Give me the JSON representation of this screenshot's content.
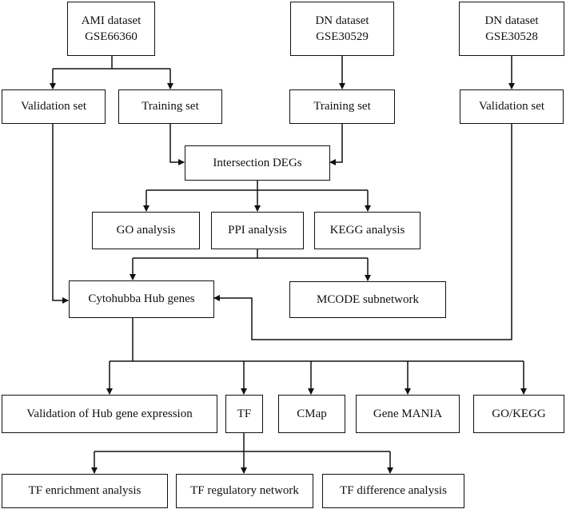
{
  "nodes": {
    "ami": {
      "line1": "AMI dataset",
      "line2": "GSE66360"
    },
    "dn1": {
      "line1": "DN dataset",
      "line2": "GSE30529"
    },
    "dn2": {
      "line1": "DN dataset",
      "line2": "GSE30528"
    },
    "val_ami": {
      "label": "Validation set"
    },
    "train_ami": {
      "label": "Training set"
    },
    "train_dn": {
      "label": "Training set"
    },
    "val_dn": {
      "label": "Validation set"
    },
    "intersect": {
      "label": "Intersection DEGs"
    },
    "go": {
      "label": "GO analysis"
    },
    "ppi": {
      "label": "PPI analysis"
    },
    "kegg": {
      "label": "KEGG analysis"
    },
    "cytohubba": {
      "label": "Cytohubba Hub genes"
    },
    "mcode": {
      "label": "MCODE subnetwork"
    },
    "validation_hub": {
      "label": "Validation of Hub gene expression"
    },
    "tf": {
      "label": "TF"
    },
    "cmap": {
      "label": "CMap"
    },
    "genemania": {
      "label": "Gene MANIA"
    },
    "gokegg": {
      "label": "GO/KEGG"
    },
    "tf_enrich": {
      "label": "TF enrichment analysis"
    },
    "tf_network": {
      "label": "TF regulatory network"
    },
    "tf_diff": {
      "label": "TF difference analysis"
    }
  },
  "colors": {
    "stroke": "#111111",
    "background": "#ffffff"
  }
}
